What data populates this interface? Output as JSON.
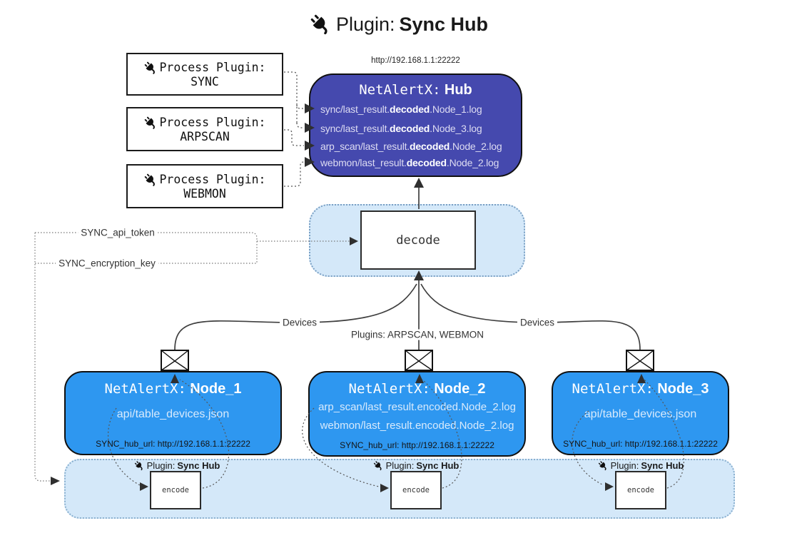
{
  "title": {
    "label": "Plugin:",
    "name": "Sync Hub"
  },
  "process_plugins": [
    {
      "label": "Process Plugin:",
      "name": "SYNC"
    },
    {
      "label": "Process Plugin:",
      "name": "ARPSCAN"
    },
    {
      "label": "Process Plugin:",
      "name": "WEBMON"
    }
  ],
  "hub": {
    "url": "http://192.168.1.1:22222",
    "title": "NetAlertX:",
    "name": "Hub",
    "logs": [
      {
        "pre": "sync/last_result.",
        "bold": "decoded",
        "post": ".Node_1.log"
      },
      {
        "pre": "sync/last_result.",
        "bold": "decoded",
        "post": ".Node_3.log"
      },
      {
        "pre": "arp_scan/last_result.",
        "bold": "decoded",
        "post": ".Node_2.log"
      },
      {
        "pre": "webmon/last_result.",
        "bold": "decoded",
        "post": ".Node_2.log"
      }
    ]
  },
  "decode_label": "decode",
  "keys": {
    "api_token": "SYNC_api_token",
    "encryption_key": "SYNC_encryption_key"
  },
  "edge_labels": {
    "devices_left": "Devices",
    "plugins_center": "Plugins: ARPSCAN, WEBMON",
    "devices_right": "Devices"
  },
  "nodes": [
    {
      "title": "NetAlertX:",
      "name": "Node_1",
      "lines": [
        "api/table_devices.json"
      ],
      "hub_url": "SYNC_hub_url: http://192.168.1.1:22222"
    },
    {
      "title": "NetAlertX:",
      "name": "Node_2",
      "lines": [
        "arp_scan/last_result.encoded.Node_2.log",
        "webmon/last_result.encoded.Node_2.log"
      ],
      "hub_url": "SYNC_hub_url: http://192.168.1.1:22222"
    },
    {
      "title": "NetAlertX:",
      "name": "Node_3",
      "lines": [
        "api/table_devices.json"
      ],
      "hub_url": "SYNC_hub_url: http://192.168.1.1:22222"
    }
  ],
  "encode_section": {
    "plugin_label": "Plugin:",
    "plugin_name": "Sync Hub",
    "encode_label": "encode"
  },
  "colors": {
    "hub_bg": "#4549ae",
    "node_bg": "#2e97f0",
    "panel_bg": "#d4e8f9"
  }
}
